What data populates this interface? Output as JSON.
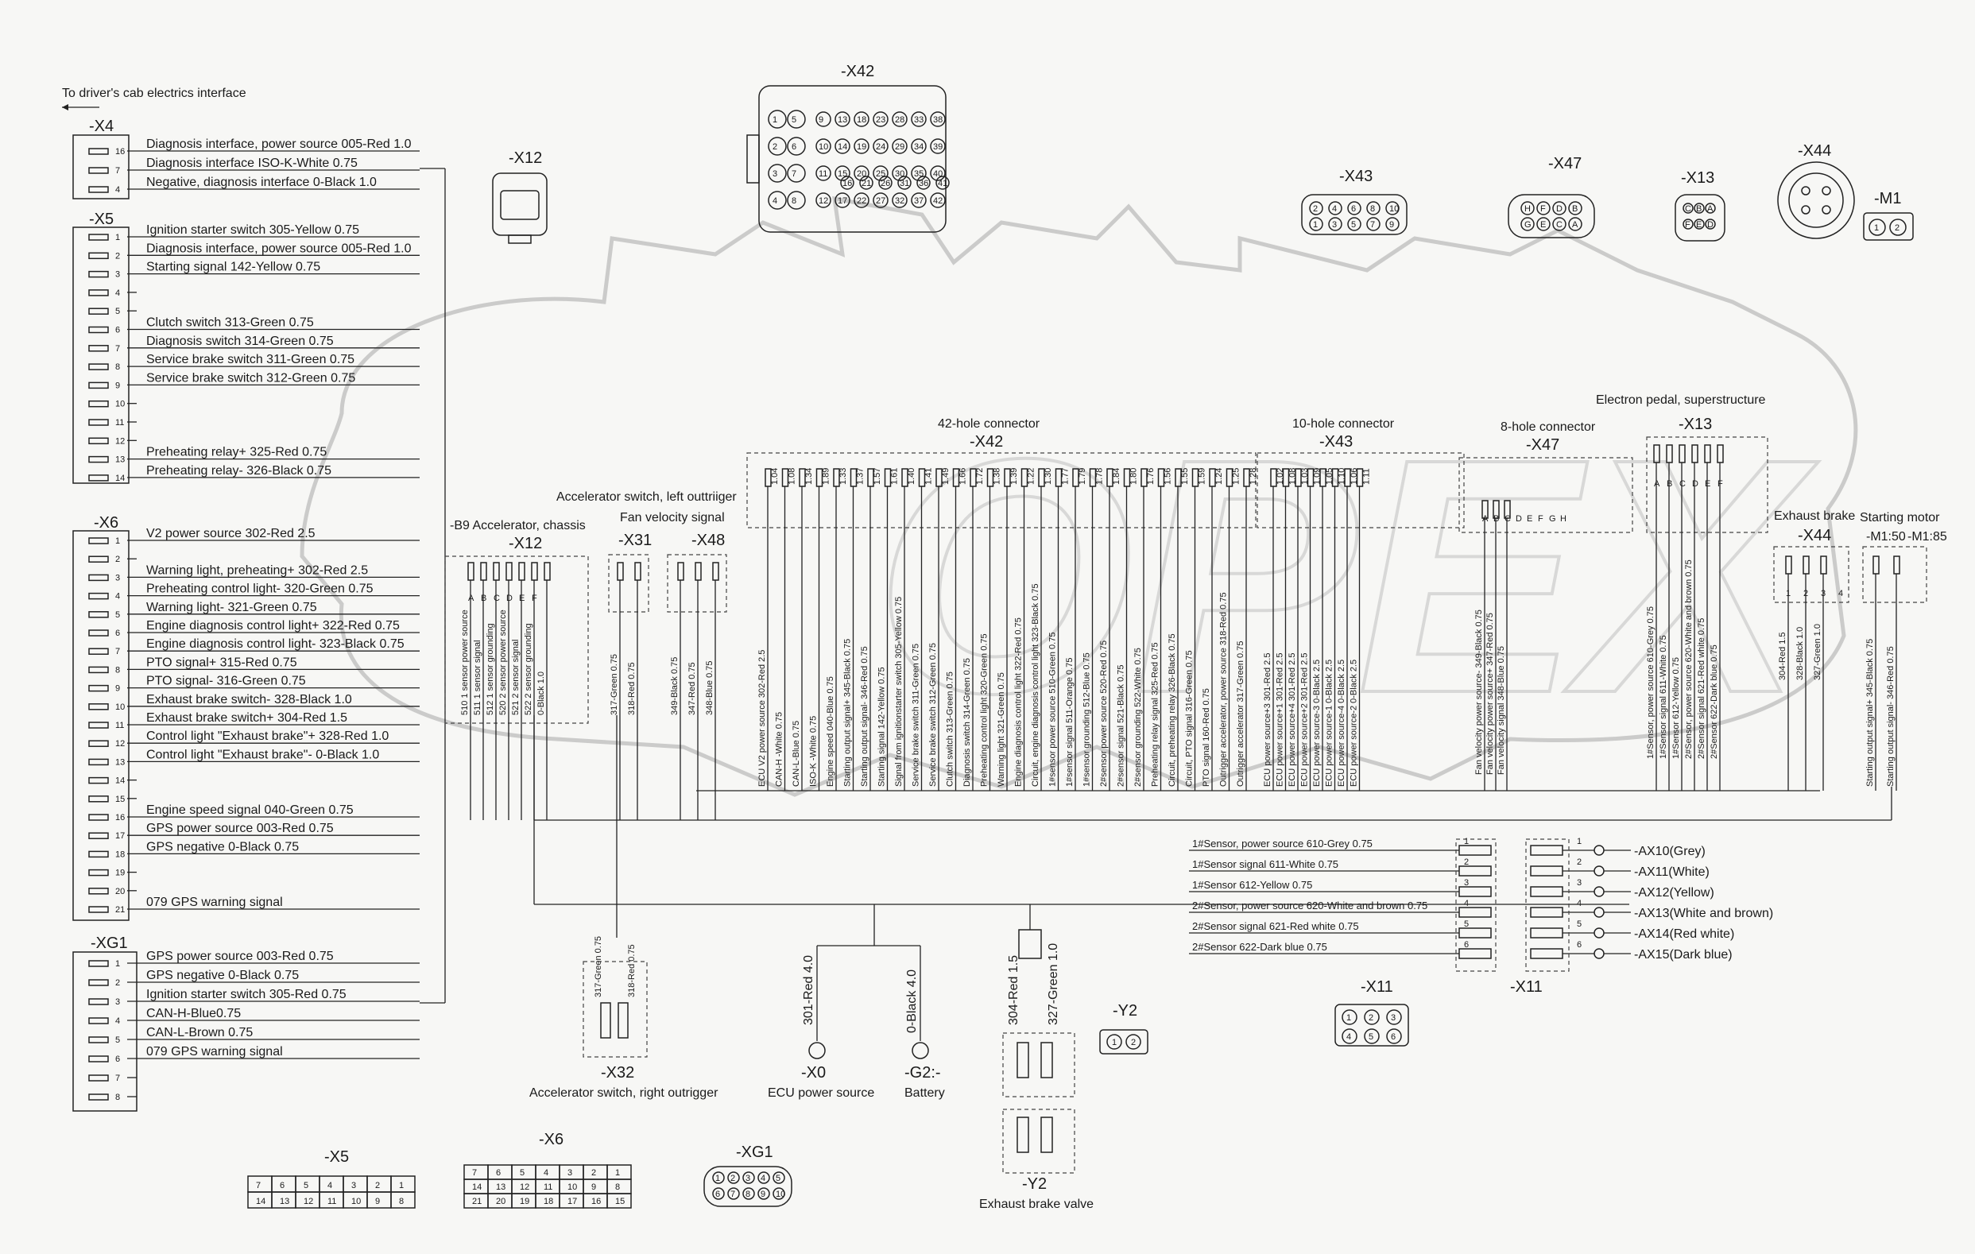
{
  "header_note": "To driver's cab electrics interface",
  "connectors": {
    "X4": {
      "name": "-X4",
      "wires": [
        {
          "pin": "16",
          "label": "Diagnosis interface, power source 005-Red 1.0"
        },
        {
          "pin": "7",
          "label": "Diagnosis interface ISO-K-White 0.75"
        },
        {
          "pin": "4",
          "label": "Negative, diagnosis interface 0-Black 1.0"
        }
      ]
    },
    "X5": {
      "name": "-X5",
      "wires": [
        {
          "pin": "1",
          "label": "Ignition starter switch 305-Yellow 0.75"
        },
        {
          "pin": "2",
          "label": "Diagnosis interface, power source 005-Red 1.0"
        },
        {
          "pin": "3",
          "label": "Starting signal 142-Yellow 0.75"
        },
        {
          "pin": "4",
          "label": ""
        },
        {
          "pin": "5",
          "label": ""
        },
        {
          "pin": "6",
          "label": "Clutch switch 313-Green 0.75"
        },
        {
          "pin": "7",
          "label": "Diagnosis switch 314-Green 0.75"
        },
        {
          "pin": "8",
          "label": "Service brake switch 311-Green 0.75"
        },
        {
          "pin": "9",
          "label": "Service brake switch 312-Green 0.75"
        },
        {
          "pin": "10",
          "label": ""
        },
        {
          "pin": "11",
          "label": ""
        },
        {
          "pin": "12",
          "label": ""
        },
        {
          "pin": "13",
          "label": "Preheating relay+ 325-Red 0.75"
        },
        {
          "pin": "14",
          "label": "Preheating relay- 326-Black 0.75"
        }
      ]
    },
    "X6": {
      "name": "-X6",
      "wires": [
        {
          "pin": "1",
          "label": "V2 power source 302-Red 2.5"
        },
        {
          "pin": "2",
          "label": ""
        },
        {
          "pin": "3",
          "label": "Warning light, preheating+ 302-Red 2.5"
        },
        {
          "pin": "4",
          "label": "Preheating control light- 320-Green 0.75"
        },
        {
          "pin": "5",
          "label": "Warning light- 321-Green 0.75"
        },
        {
          "pin": "6",
          "label": "Engine diagnosis control light+ 322-Red 0.75"
        },
        {
          "pin": "7",
          "label": "Engine diagnosis control light- 323-Black 0.75"
        },
        {
          "pin": "8",
          "label": "PTO signal+ 315-Red 0.75"
        },
        {
          "pin": "9",
          "label": "PTO signal- 316-Green 0.75"
        },
        {
          "pin": "10",
          "label": "Exhaust brake switch- 328-Black 1.0"
        },
        {
          "pin": "11",
          "label": "Exhaust brake switch+ 304-Red 1.5"
        },
        {
          "pin": "12",
          "label": "Control light \"Exhaust brake\"+ 328-Red 1.0"
        },
        {
          "pin": "13",
          "label": "Control light \"Exhaust brake\"- 0-Black 1.0"
        },
        {
          "pin": "14",
          "label": ""
        },
        {
          "pin": "15",
          "label": ""
        },
        {
          "pin": "16",
          "label": "Engine speed signal 040-Green 0.75"
        },
        {
          "pin": "17",
          "label": "GPS power source 003-Red 0.75"
        },
        {
          "pin": "18",
          "label": "GPS negative 0-Black 0.75"
        },
        {
          "pin": "19",
          "label": ""
        },
        {
          "pin": "20",
          "label": ""
        },
        {
          "pin": "21",
          "label": "079 GPS warning signal"
        }
      ]
    },
    "XG1": {
      "name": "-XG1",
      "wires": [
        {
          "pin": "1",
          "label": "GPS power source 003-Red 0.75"
        },
        {
          "pin": "2",
          "label": "GPS negative 0-Black 0.75"
        },
        {
          "pin": "3",
          "label": "Ignition starter switch 305-Red 0.75"
        },
        {
          "pin": "4",
          "label": "CAN-H-Blue0.75"
        },
        {
          "pin": "5",
          "label": "CAN-L-Brown 0.75"
        },
        {
          "pin": "6",
          "label": "079 GPS warning signal"
        },
        {
          "pin": "7",
          "label": ""
        },
        {
          "pin": "8",
          "label": ""
        }
      ]
    },
    "X12": {
      "name": "-X12",
      "title": "-B9 Accelerator, chassis",
      "pins": [
        "A",
        "B",
        "C",
        "D",
        "E",
        "F"
      ],
      "wires": [
        "510 1 sensor power source",
        "511 1 sensor signal",
        "512 1 sensor grounding",
        "520 2 sensor power source",
        "521 2 sensor signal",
        "522 2 sensor grounding",
        "0-Black 1.0"
      ]
    },
    "X31": {
      "name": "-X31",
      "title": "Accelerator switch, left outtriiger",
      "wires": [
        "317-Green 0.75",
        "318-Red 0.75"
      ]
    },
    "X48": {
      "name": "-X48",
      "title": "Fan velocity signal",
      "wires": [
        "349-Black 0.75",
        "347-Red 0.75",
        "348-Blue 0.75"
      ]
    },
    "X42": {
      "name": "-X42",
      "title": "42-hole connector",
      "face": [
        [
          "1",
          "5",
          "9",
          "13",
          "18",
          "23",
          "28",
          "33",
          "38"
        ],
        [
          "2",
          "6",
          "10",
          "14",
          "19",
          "24",
          "29",
          "34",
          "39"
        ],
        [
          "3",
          "7",
          "11",
          "15",
          "20",
          "25",
          "30",
          "35",
          "40"
        ],
        [
          "4",
          "8",
          "12",
          "17",
          "22",
          "27",
          "32",
          "37",
          "42"
        ]
      ],
      "face_extra": [
        "16",
        "21",
        "26",
        "31",
        "36",
        "41"
      ],
      "top_labels": [
        "1.04",
        "1.08",
        "1.34",
        "1.89",
        "1.33",
        "1.37",
        "1.57",
        "1.61",
        "1.40",
        "1.41",
        "1.49",
        "1.66",
        "1.72",
        "1.38",
        "1.39",
        "1.22",
        "1.30",
        "1.77",
        "1.79",
        "1.78",
        "1.84",
        "1.80",
        "1.76",
        "1.56",
        "1.55",
        "1.59",
        "1.24",
        "1.25",
        "1.28"
      ],
      "wires": [
        "ECU V2 power source 302-Red 2.5",
        "CAN-H -White 0.75",
        "CAN-L-Blue 0.75",
        "ISO-K -White 0.75",
        "Engine speed 040-Blue 0.75",
        "Starting output signal+ 345-Black 0.75",
        "Starting output signal- 346-Red 0.75",
        "Starting signal 142-Yellow 0.75",
        "Signal from ignitionstarter switch 305-Yellow 0.75",
        "Service brake switch 311-Green 0.75",
        "Service brake switch 312-Green 0.75",
        "Clutch switch 313-Green 0.75",
        "Diagnosis switch 314-Green 0.75",
        "Preheating control light 320-Green 0.75",
        "Warning light 321-Green 0.75",
        "Engine diagnosis control light 322-Red 0.75",
        "Circuit, engine diagnosis control light 323-Black 0.75",
        "1#sensor power source 510-Green 0.75",
        "1#sensor signal 511-Orange 0.75",
        "1#sensor grounding 512-Blue 0.75",
        "2#sensor power source 520-Red 0.75",
        "2#sensor signal 521-Black 0.75",
        "2#sensor grounding 522-White 0.75",
        "Preheating relay signal 325-Red 0.75",
        "Circuit, preheating relay 326-Black 0.75",
        "Circuit, PTO signal 316-Green 0.75",
        "PTO signal 160-Red 0.75",
        "Outrigger accelerator, power source 318-Red 0.75",
        "Outrigger accelerator 317-Green 0.75"
      ]
    },
    "X43": {
      "name": "-X43",
      "title": "10-hole connector",
      "face_top": [
        "2",
        "4",
        "6",
        "8",
        "10"
      ],
      "face_bottom": [
        "1",
        "3",
        "5",
        "7",
        "9"
      ],
      "top_labels": [
        "1.02",
        "1.08",
        "1.03",
        "1.09",
        "1.05",
        "1.10",
        "1.06",
        "1.11"
      ],
      "wires": [
        "ECU power source+3 301-Red 2.5",
        "ECU power source+1 301-Red 2.5",
        "ECU power source+4 301-Red 2.5",
        "ECU power source+2 301-Red 2.5",
        "ECU power source-3 0-Black 2.5",
        "ECU power source-1 0-Black 2.5",
        "ECU power source-4 0-Black 2.5",
        "ECU power source-2 0-Black 2.5"
      ]
    },
    "X47": {
      "name": "-X47",
      "title": "8-hole connector",
      "face_top": [
        "H",
        "F",
        "D",
        "B"
      ],
      "face_bottom": [
        "G",
        "E",
        "C",
        "A"
      ],
      "pins": [
        "A",
        "B",
        "C",
        "D",
        "E",
        "F",
        "G",
        "H"
      ],
      "wires": [
        "Fan velocity power source- 349-Black 0.75",
        "Fan velocity power source+ 347-Red 0.75",
        "Fan velocity signal 348-Blue 0.75"
      ]
    },
    "X13": {
      "name": "-X13",
      "title": "Electron pedal, superstructure",
      "face_top": [
        "C",
        "B",
        "A"
      ],
      "face_bottom": [
        "F",
        "E",
        "D"
      ],
      "pins": [
        "A",
        "B",
        "C",
        "D",
        "E",
        "F"
      ],
      "wires": [
        "1#Sensor, power source 610-Grey 0.75",
        "1#Sensor signal 611-White 0.75",
        "1#Sensor 612-Yellow 0.75",
        "2#Sensor, power source 620-White and brown 0.75",
        "2#Sensor signal 621-Red white 0.75",
        "2#Sensor 622-Dark blue 0.75"
      ]
    },
    "X44": {
      "name": "-X44",
      "title": "Exhaust brake",
      "pins": [
        "1",
        "2",
        "3",
        "4"
      ],
      "wires": [
        "304-Red 1.5",
        "328-Black 1.0",
        "327-Green 1.0"
      ]
    },
    "M1": {
      "name": "-M1",
      "title": "Starting motor",
      "pin_a": "-M1:50",
      "pin_b": "-M1:85",
      "face": [
        "1",
        "2"
      ],
      "wires": [
        "Starting output signal+ 345-Black 0.75",
        "Starting output signal- 346-Red 0.75"
      ]
    },
    "X11": {
      "name": "-X11",
      "face_top": [
        "1",
        "2",
        "3"
      ],
      "face_bottom": [
        "4",
        "5",
        "6"
      ],
      "wires": [
        "1#Sensor, power source 610-Grey 0.75",
        "1#Sensor signal 611-White 0.75",
        "1#Sensor 612-Yellow 0.75",
        "2#Sensor, power source 620-White and brown 0.75",
        "2#Sensor signal 621-Red white 0.75",
        "2#Sensor 622-Dark blue 0.75"
      ],
      "outputs": [
        "-AX10(Grey)",
        "-AX11(White)",
        "-AX12(Yellow)",
        "-AX13(White and brown)",
        "-AX14(Red white)",
        "-AX15(Dark blue)"
      ]
    },
    "X32": {
      "name": "-X32",
      "title": "Accelerator switch, right outrigger",
      "wires": [
        "317-Green 0.75",
        "318-Red 0.75"
      ]
    },
    "X0": {
      "name": "-X0",
      "title": "ECU power source",
      "wire": "301-Red 4.0"
    },
    "G2": {
      "name": "-G2:-",
      "title": "Battery",
      "wire": "0-Black 4.0"
    },
    "Y2": {
      "name": "-Y2",
      "title": "Exhaust brake valve",
      "face": [
        "1",
        "2"
      ],
      "wires": [
        "304-Red 1.5",
        "327-Green 1.0"
      ]
    }
  },
  "bottom_faces": {
    "X5": {
      "name": "-X5",
      "top": [
        "7",
        "6",
        "5",
        "4",
        "3",
        "2",
        "1"
      ],
      "bottom": [
        "14",
        "13",
        "12",
        "11",
        "10",
        "9",
        "8"
      ]
    },
    "X6": {
      "name": "-X6",
      "top": [
        "7",
        "6",
        "5",
        "4",
        "3",
        "2",
        "1"
      ],
      "mid": [
        "14",
        "13",
        "12",
        "11",
        "10",
        "9",
        "8"
      ],
      "bottom": [
        "21",
        "20",
        "19",
        "18",
        "17",
        "16",
        "15"
      ]
    },
    "XG1": {
      "name": "-XG1",
      "top": [
        "1",
        "2",
        "3",
        "4",
        "5"
      ],
      "bottom": [
        "6",
        "7",
        "8",
        "9",
        "10"
      ]
    }
  }
}
